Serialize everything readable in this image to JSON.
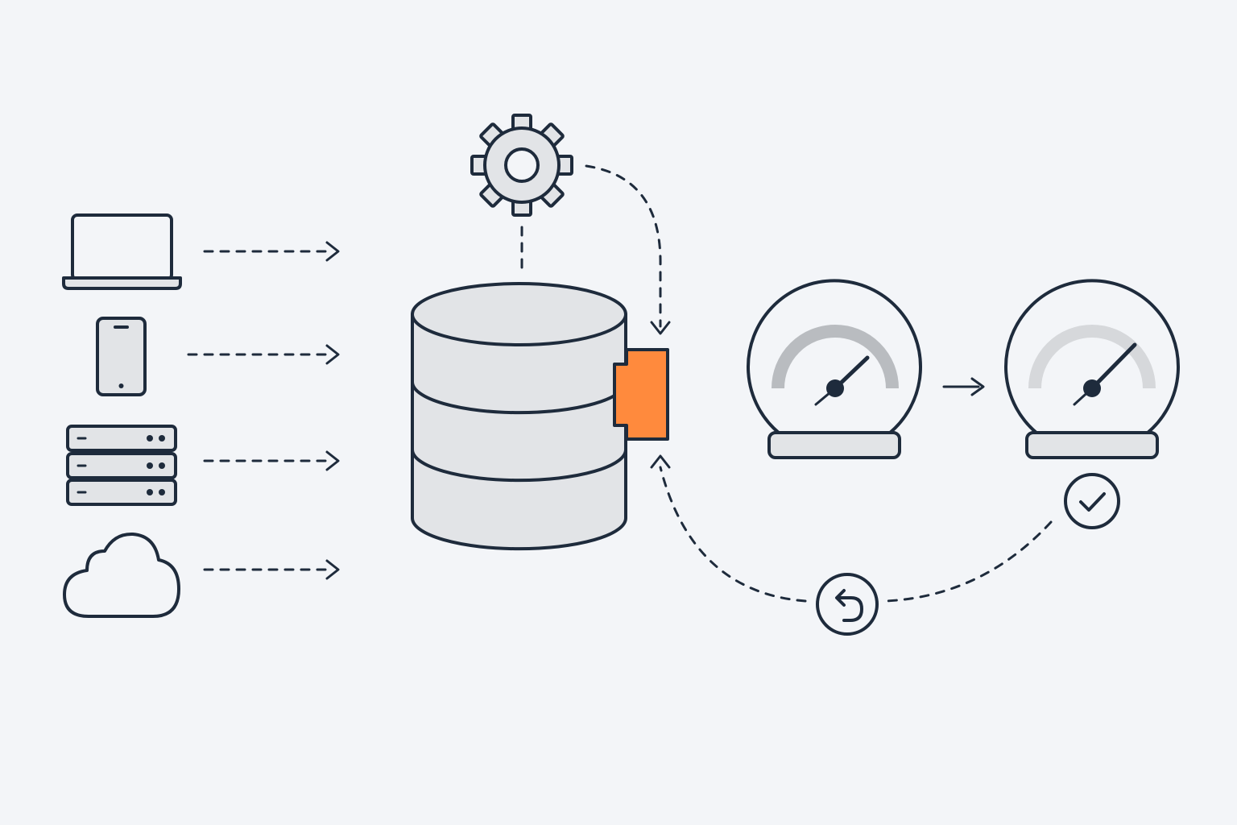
{
  "diagram": {
    "sources": [
      {
        "name": "laptop",
        "icon": "laptop-icon"
      },
      {
        "name": "phone",
        "icon": "smartphone-icon"
      },
      {
        "name": "server",
        "icon": "server-rack-icon"
      },
      {
        "name": "cloud",
        "icon": "cloud-icon"
      }
    ],
    "center": {
      "icon": "database-icon",
      "connector_icon": "plugin-connector-icon"
    },
    "config": {
      "icon": "gear-icon"
    },
    "gauges": [
      {
        "name": "before",
        "icon": "speedometer-icon",
        "level": 0.65
      },
      {
        "name": "after",
        "icon": "speedometer-icon",
        "level": 0.85
      }
    ],
    "status_icons": [
      {
        "name": "success",
        "icon": "check-circle-icon"
      },
      {
        "name": "rollback",
        "icon": "undo-circle-icon"
      }
    ],
    "colors": {
      "background": "#F3F5F8",
      "ink": "#1E2B3C",
      "light_fill": "#E2E4E7",
      "accent": "#FF8A3D",
      "gauge_arc": "#B9BCC0"
    }
  }
}
